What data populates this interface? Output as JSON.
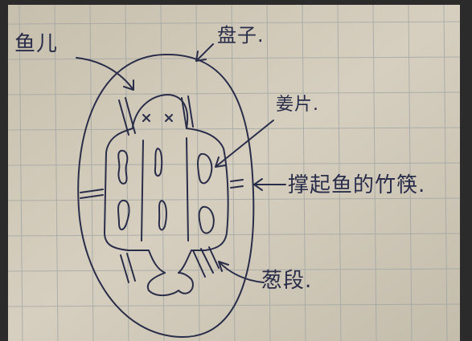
{
  "labels": {
    "fish": "鱼儿",
    "plate": "盘子.",
    "ginger": "姜片.",
    "sticks": "撑起鱼的竹筷.",
    "scallion": "葱段."
  },
  "colors": {
    "paper": "#cfc7b6",
    "ink": "#2a2d4a",
    "grid": "#9fa3a2",
    "frame": "#2b2b2b"
  }
}
